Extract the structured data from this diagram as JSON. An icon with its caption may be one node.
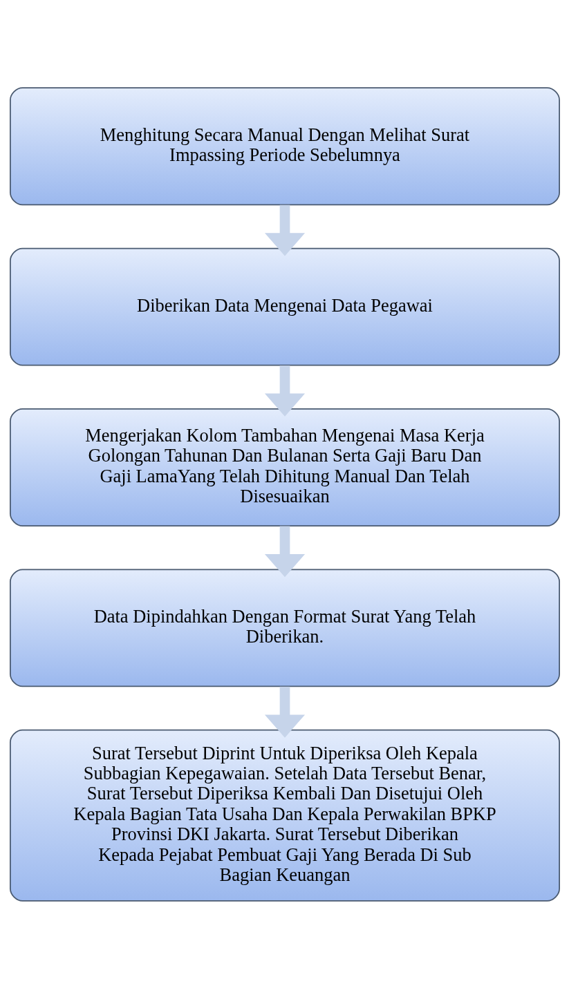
{
  "diagram": {
    "nodes": [
      {
        "text": [
          "Menghitung Secara Manual Dengan Melihat Surat Impassing Periode Sebelumnya"
        ]
      },
      {
        "text": [
          "Diberikan Data Mengenai Data Pegawai"
        ]
      },
      {
        "text": [
          "Mengerjakan Kolom Tambahan Mengenai Masa Kerja Golongan Tahunan Dan Bulanan Serta Gaji Baru Dan Gaji LamaYang Telah Dihitung Manual Dan Telah Disesuaikan"
        ]
      },
      {
        "text": [
          "Data Dipindahkan Dengan Format Surat Yang Telah Diberikan."
        ]
      },
      {
        "text": [
          "Surat Tersebut Diprint Untuk Diperiksa Oleh Kepala Subbagian Kepegawaian. Setelah Data Tersebut Benar, Surat Tersebut Diperiksa Kembali Dan Disetujui Oleh Kepala Bagian Tata Usaha Dan Kepala Perwakilan BPKP Provinsi DKI Jakarta. Surat Tersebut Diberikan Kepada Pejabat Pembuat Gaji Yang Berada Di Sub Bagian Keuangan"
        ]
      }
    ],
    "edges": [
      {
        "from": 0,
        "to": 1,
        "arrow": "to"
      },
      {
        "from": 1,
        "to": 2,
        "arrow": "to"
      },
      {
        "from": 2,
        "to": 3,
        "arrow": "to"
      },
      {
        "from": 3,
        "to": 4,
        "arrow": "to"
      }
    ]
  }
}
